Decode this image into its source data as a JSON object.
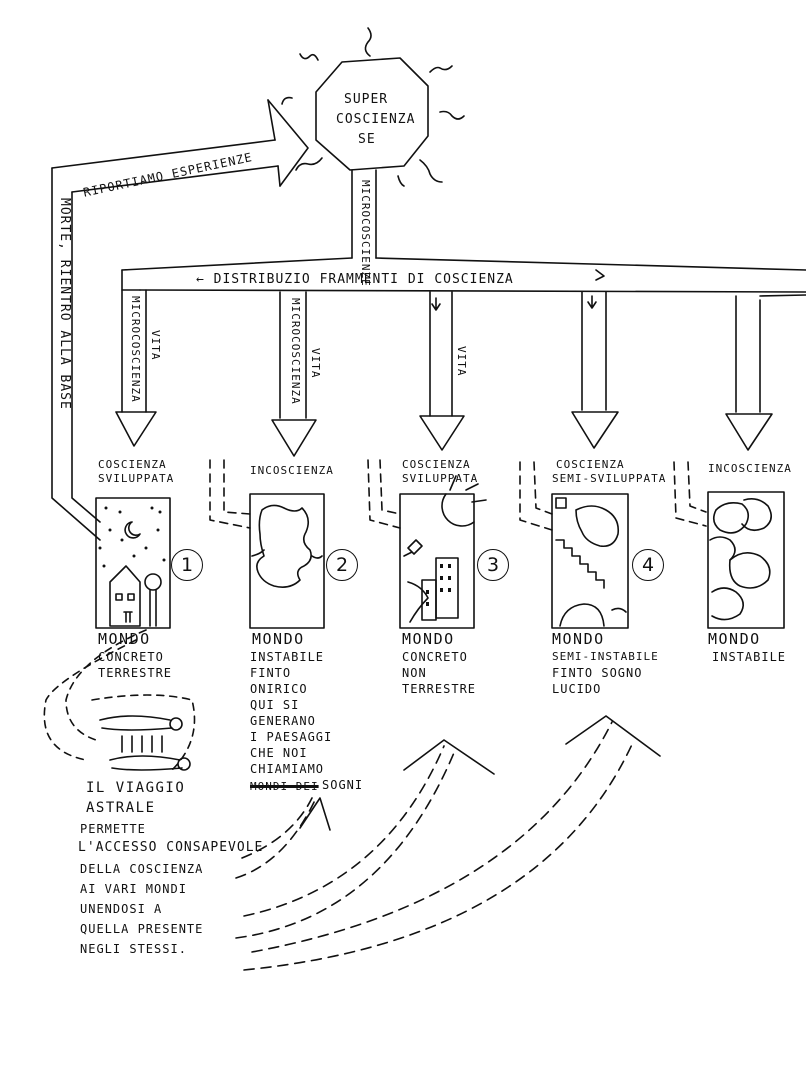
{
  "super": {
    "line1": "SUPER",
    "line2": "COSCIENZA",
    "line3": "SE"
  },
  "arrows": {
    "riportiamo": "RIPORTIAMO ESPERIENZE",
    "morte": "MORTE, RIENTRO ALLA BASE",
    "microcoscienza_top": "MICROCOSCIENZE",
    "distribuzione": "← DISTRIBUZIO FRAMMENTI DI COSCIENZA",
    "micro1": "MICROCOSCIENZA",
    "vita1": "VITA",
    "micro2": "MICROCOSCIENZA",
    "vita2": "VITA",
    "vita3": "VITA"
  },
  "worlds": [
    {
      "number": "1",
      "header1": "COSCIENZA",
      "header2": "SVILUPPATA",
      "title": "MONDO",
      "desc": [
        "CONCRETO",
        "TERRESTRE"
      ]
    },
    {
      "number": "2",
      "header1": "INCOSCIENZA",
      "header2": "",
      "title": "MONDO",
      "desc": [
        "INSTABILE",
        "FINTO",
        "ONIRICO",
        "QUI SI",
        "GENERANO",
        "I PAESAGGI",
        "CHE NOI",
        "CHIAMIAMO",
        "SOGNI"
      ],
      "struck": "MONDI DEI"
    },
    {
      "number": "3",
      "header1": "COSCIENZA",
      "header2": "SVILUPPATA",
      "title": "MONDO",
      "desc": [
        "CONCRETO",
        "NON",
        "TERRESTRE"
      ]
    },
    {
      "number": "4",
      "header1": "COSCIENZA",
      "header2": "SEMI-SVILUPPATA",
      "title": "MONDO",
      "desc": [
        "SEMI-INSTABILE",
        "FINTO SOGNO",
        "LUCIDO"
      ]
    },
    {
      "number": "",
      "header1": "INCOSCIENZA",
      "header2": "",
      "title": "MONDO",
      "desc": [
        "INSTABILE"
      ]
    }
  ],
  "astral": {
    "lines": [
      "IL VIAGGIO",
      "ASTRALE",
      "PERMETTE",
      "L'ACCESSO CONSAPEVOLE",
      "DELLA COSCIENZA",
      "AI VARI MONDI",
      "UNENDOSI A",
      "QUELLA PRESENTE",
      "NEGLI STESSI."
    ]
  }
}
